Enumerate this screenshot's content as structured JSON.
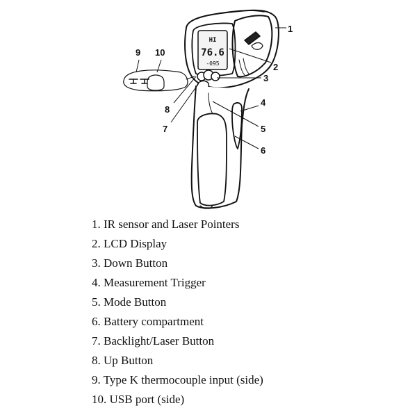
{
  "callouts": [
    "1",
    "2",
    "3",
    "4",
    "5",
    "6",
    "7",
    "8",
    "9",
    "10"
  ],
  "lcd": {
    "top": "HI",
    "main": "76.6",
    "sub": "-095"
  },
  "legend": [
    "1. IR sensor and Laser Pointers",
    "2. LCD Display",
    "3. Down Button",
    "4. Measurement Trigger",
    "5. Mode Button",
    "6. Battery compartment",
    "7. Backlight/Laser Button",
    "8. Up Button",
    "9. Type K thermocouple input (side)",
    "10. USB port (side)"
  ]
}
